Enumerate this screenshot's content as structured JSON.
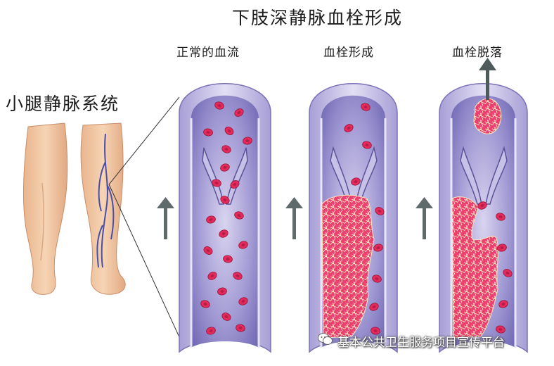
{
  "title": "下肢深静脉血栓形成",
  "leg_label": "小腿静脉系统",
  "stages": [
    {
      "label": "正常的血流",
      "state": "normal"
    },
    {
      "label": "血栓形成",
      "state": "thrombus-forming"
    },
    {
      "label": "血栓脱落",
      "state": "thrombus-detaching"
    }
  ],
  "watermark": "基本公共卫生服务项目宣传平台",
  "colors": {
    "vessel_wall": "#c9c3e6",
    "vessel_inner": "#b9b3e0",
    "lumen": "#8a82c6",
    "blood_cell": "#e22a5c",
    "clot": "#ee3c6a",
    "arrow": "#5f6b6b",
    "skin": "#f0c7a2"
  },
  "icons": [
    "flow-arrow-icon",
    "wechat-icon",
    "detach-arrow-icon"
  ]
}
